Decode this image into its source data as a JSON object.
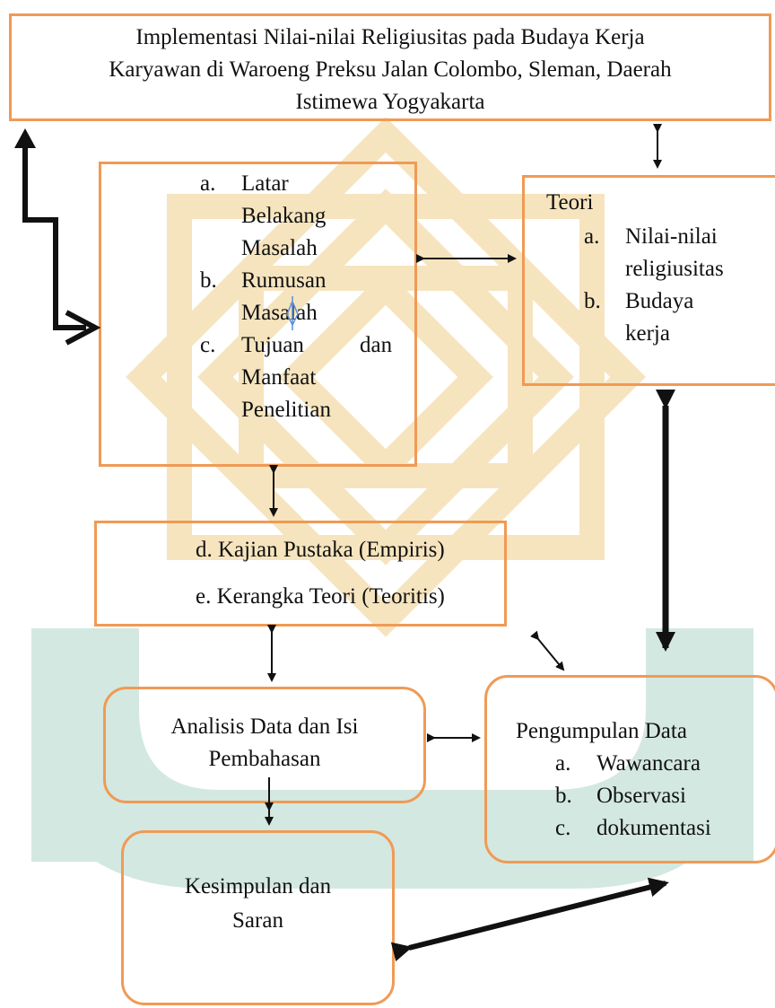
{
  "title": {
    "line1": "Implementasi Nilai-nilai Religiusitas pada Budaya Kerja",
    "line2": "Karyawan di Waroeng Preksu Jalan Colombo, Sleman, Daerah",
    "line3": "Istimewa Yogyakarta"
  },
  "pendahuluan": {
    "items": [
      {
        "marker": "a.",
        "lines": [
          "Latar",
          "Belakang",
          "Masalah"
        ]
      },
      {
        "marker": "b.",
        "lines": [
          "Rumusan",
          "Masalah"
        ]
      },
      {
        "marker": "c.",
        "lines": [
          "Tujuan",
          "Manfaat",
          "Penelitian"
        ],
        "extra": "dan"
      }
    ]
  },
  "teori": {
    "heading": "Teori",
    "items": [
      {
        "marker": "a.",
        "lines": [
          "Nilai-nilai",
          "religiusitas"
        ]
      },
      {
        "marker": "b.",
        "lines": [
          "Budaya",
          "kerja"
        ]
      }
    ]
  },
  "kajian": {
    "line1": "d. Kajian Pustaka (Empiris)",
    "line2": "e. Kerangka Teori (Teoritis)"
  },
  "analisis": {
    "line1": "Analisis Data dan Isi",
    "line2": "Pembahasan"
  },
  "pengumpulan": {
    "heading": "Pengumpulan Data",
    "items": [
      {
        "marker": "a.",
        "text": "Wawancara"
      },
      {
        "marker": "b.",
        "text": "Observasi"
      },
      {
        "marker": "c.",
        "text": "dokumentasi"
      }
    ]
  },
  "kesimpulan": {
    "line1": "Kesimpulan dan",
    "line2": "Saran"
  },
  "colors": {
    "box_border": "#f09a55",
    "watermark_gold": "#f5e2ba",
    "watermark_green": "#cfe5df",
    "arrow": "#111111"
  }
}
